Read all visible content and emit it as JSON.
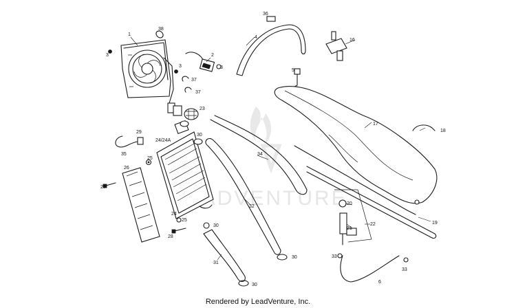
{
  "diagram": {
    "watermark": "LEADVENTURE",
    "caption": "Rendered by LeadVenture, Inc.",
    "callouts": [
      {
        "id": "c1",
        "text": "1"
      },
      {
        "id": "c2",
        "text": "2"
      },
      {
        "id": "c3a",
        "text": "3"
      },
      {
        "id": "c3b",
        "text": "3"
      },
      {
        "id": "c3c",
        "text": "3"
      },
      {
        "id": "c4",
        "text": "4"
      },
      {
        "id": "c5",
        "text": "5"
      },
      {
        "id": "c6",
        "text": "6"
      },
      {
        "id": "c16",
        "text": "16"
      },
      {
        "id": "c17",
        "text": "17"
      },
      {
        "id": "c18",
        "text": "18"
      },
      {
        "id": "c19",
        "text": "19"
      },
      {
        "id": "c20",
        "text": "20"
      },
      {
        "id": "c21",
        "text": "21"
      },
      {
        "id": "c22",
        "text": "22"
      },
      {
        "id": "c23",
        "text": "23"
      },
      {
        "id": "c24",
        "text": "24/24A"
      },
      {
        "id": "c24b",
        "text": "24"
      },
      {
        "id": "c25a",
        "text": "25"
      },
      {
        "id": "c25b",
        "text": "25"
      },
      {
        "id": "c26",
        "text": "26"
      },
      {
        "id": "c27",
        "text": "27"
      },
      {
        "id": "c28",
        "text": "28"
      },
      {
        "id": "c29",
        "text": "29"
      },
      {
        "id": "c30a",
        "text": "30"
      },
      {
        "id": "c30b",
        "text": "30"
      },
      {
        "id": "c30c",
        "text": "30"
      },
      {
        "id": "c30d",
        "text": "30"
      },
      {
        "id": "c31",
        "text": "31"
      },
      {
        "id": "c32",
        "text": "32"
      },
      {
        "id": "c33a",
        "text": "33"
      },
      {
        "id": "c33b",
        "text": "33"
      },
      {
        "id": "c34",
        "text": "34"
      },
      {
        "id": "c35",
        "text": "35"
      },
      {
        "id": "c36",
        "text": "36"
      },
      {
        "id": "c37a",
        "text": "37"
      },
      {
        "id": "c37b",
        "text": "37"
      },
      {
        "id": "c38",
        "text": "38"
      }
    ]
  }
}
